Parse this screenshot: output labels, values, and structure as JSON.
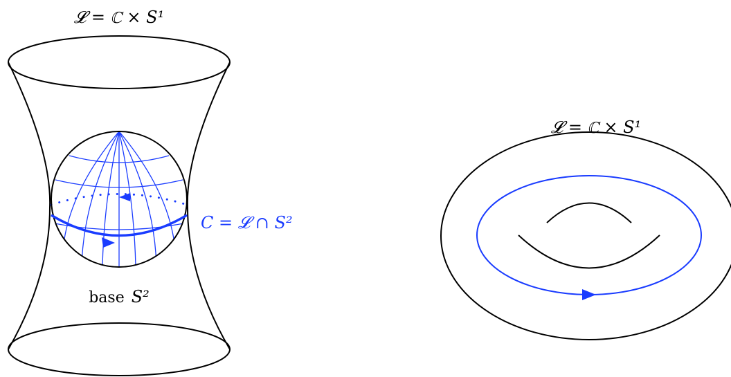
{
  "left_figure": {
    "title": "𝓛 = ℂ × S¹",
    "intersection_label": "C = 𝓛 ∩ S²",
    "base_label_word": "base",
    "base_label_math": "S²"
  },
  "right_figure": {
    "title": "𝓛 = ℂ × S¹"
  },
  "colors": {
    "black": "#000000",
    "blue": "#1a3cff"
  }
}
